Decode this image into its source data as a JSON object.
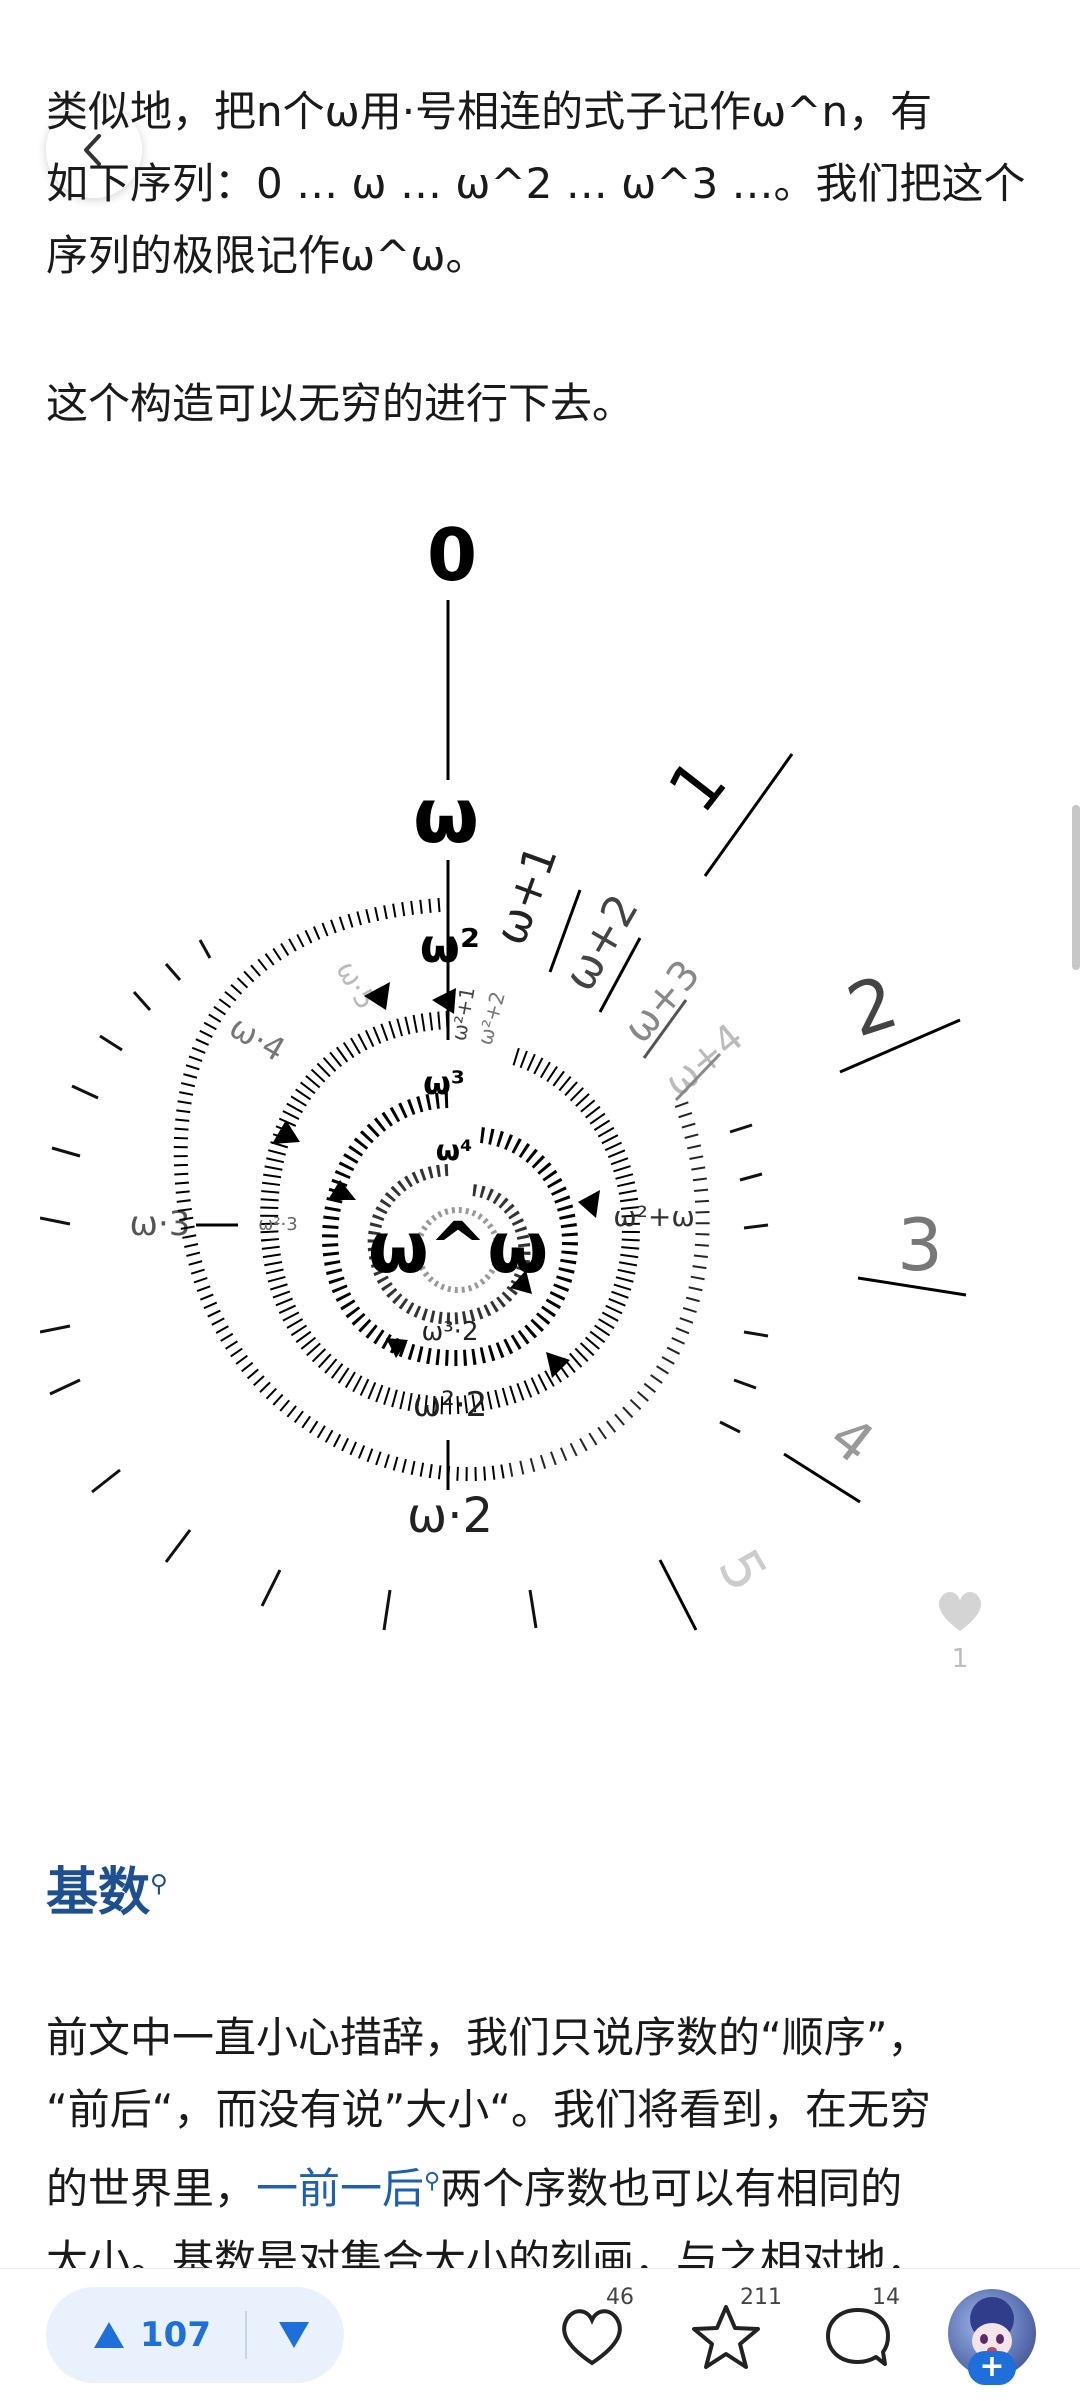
{
  "article": {
    "para1_lines": [
      "类似地，把n个ω用·号相连的式子记作ω^n，有",
      "如下序列：0 … ω … ω^2 … ω^3 …。我们把这个",
      "序列的极限记作ω^ω。"
    ],
    "para2": "这个构造可以无穷的进行下去。",
    "heading": "基数",
    "para3_line1": "前文中一直小心措辞，我们只说序数的“顺序”，",
    "para3_line2": "“前后“，而没有说”大小“。我们将看到，在无穷",
    "para3_line3_pre": "的世界里，",
    "para3_link": "一前一后",
    "para3_line3_post": "两个序数也可以有相同的",
    "para3_line4": "大小。基数是对集合大小的刻画，与之相对地，"
  },
  "figure": {
    "labels_outer": [
      "0",
      "1",
      "2",
      "3",
      "4",
      "5"
    ],
    "labels_omega": [
      "ω",
      "ω+1",
      "ω+2",
      "ω+3",
      "ω+4",
      "ω·2",
      "ω·3",
      "ω·4",
      "ω·5"
    ],
    "labels_inner": [
      "ω²",
      "ω²+1",
      "ω²+2",
      "ω²+ω",
      "ω²·2",
      "ω²·3",
      "ω³",
      "ω³·2",
      "ω⁴",
      "ω^ω"
    ],
    "like_count": "1"
  },
  "toolbar": {
    "upvote_count": "107",
    "like_count": "46",
    "favorite_count": "211",
    "comment_count": "14",
    "avatar_plus": "+"
  },
  "colors": {
    "accent": "#1e6fd9",
    "heading": "#1e4f8f",
    "link": "#1e5fb0",
    "vote_bg": "#e9f2fc"
  }
}
